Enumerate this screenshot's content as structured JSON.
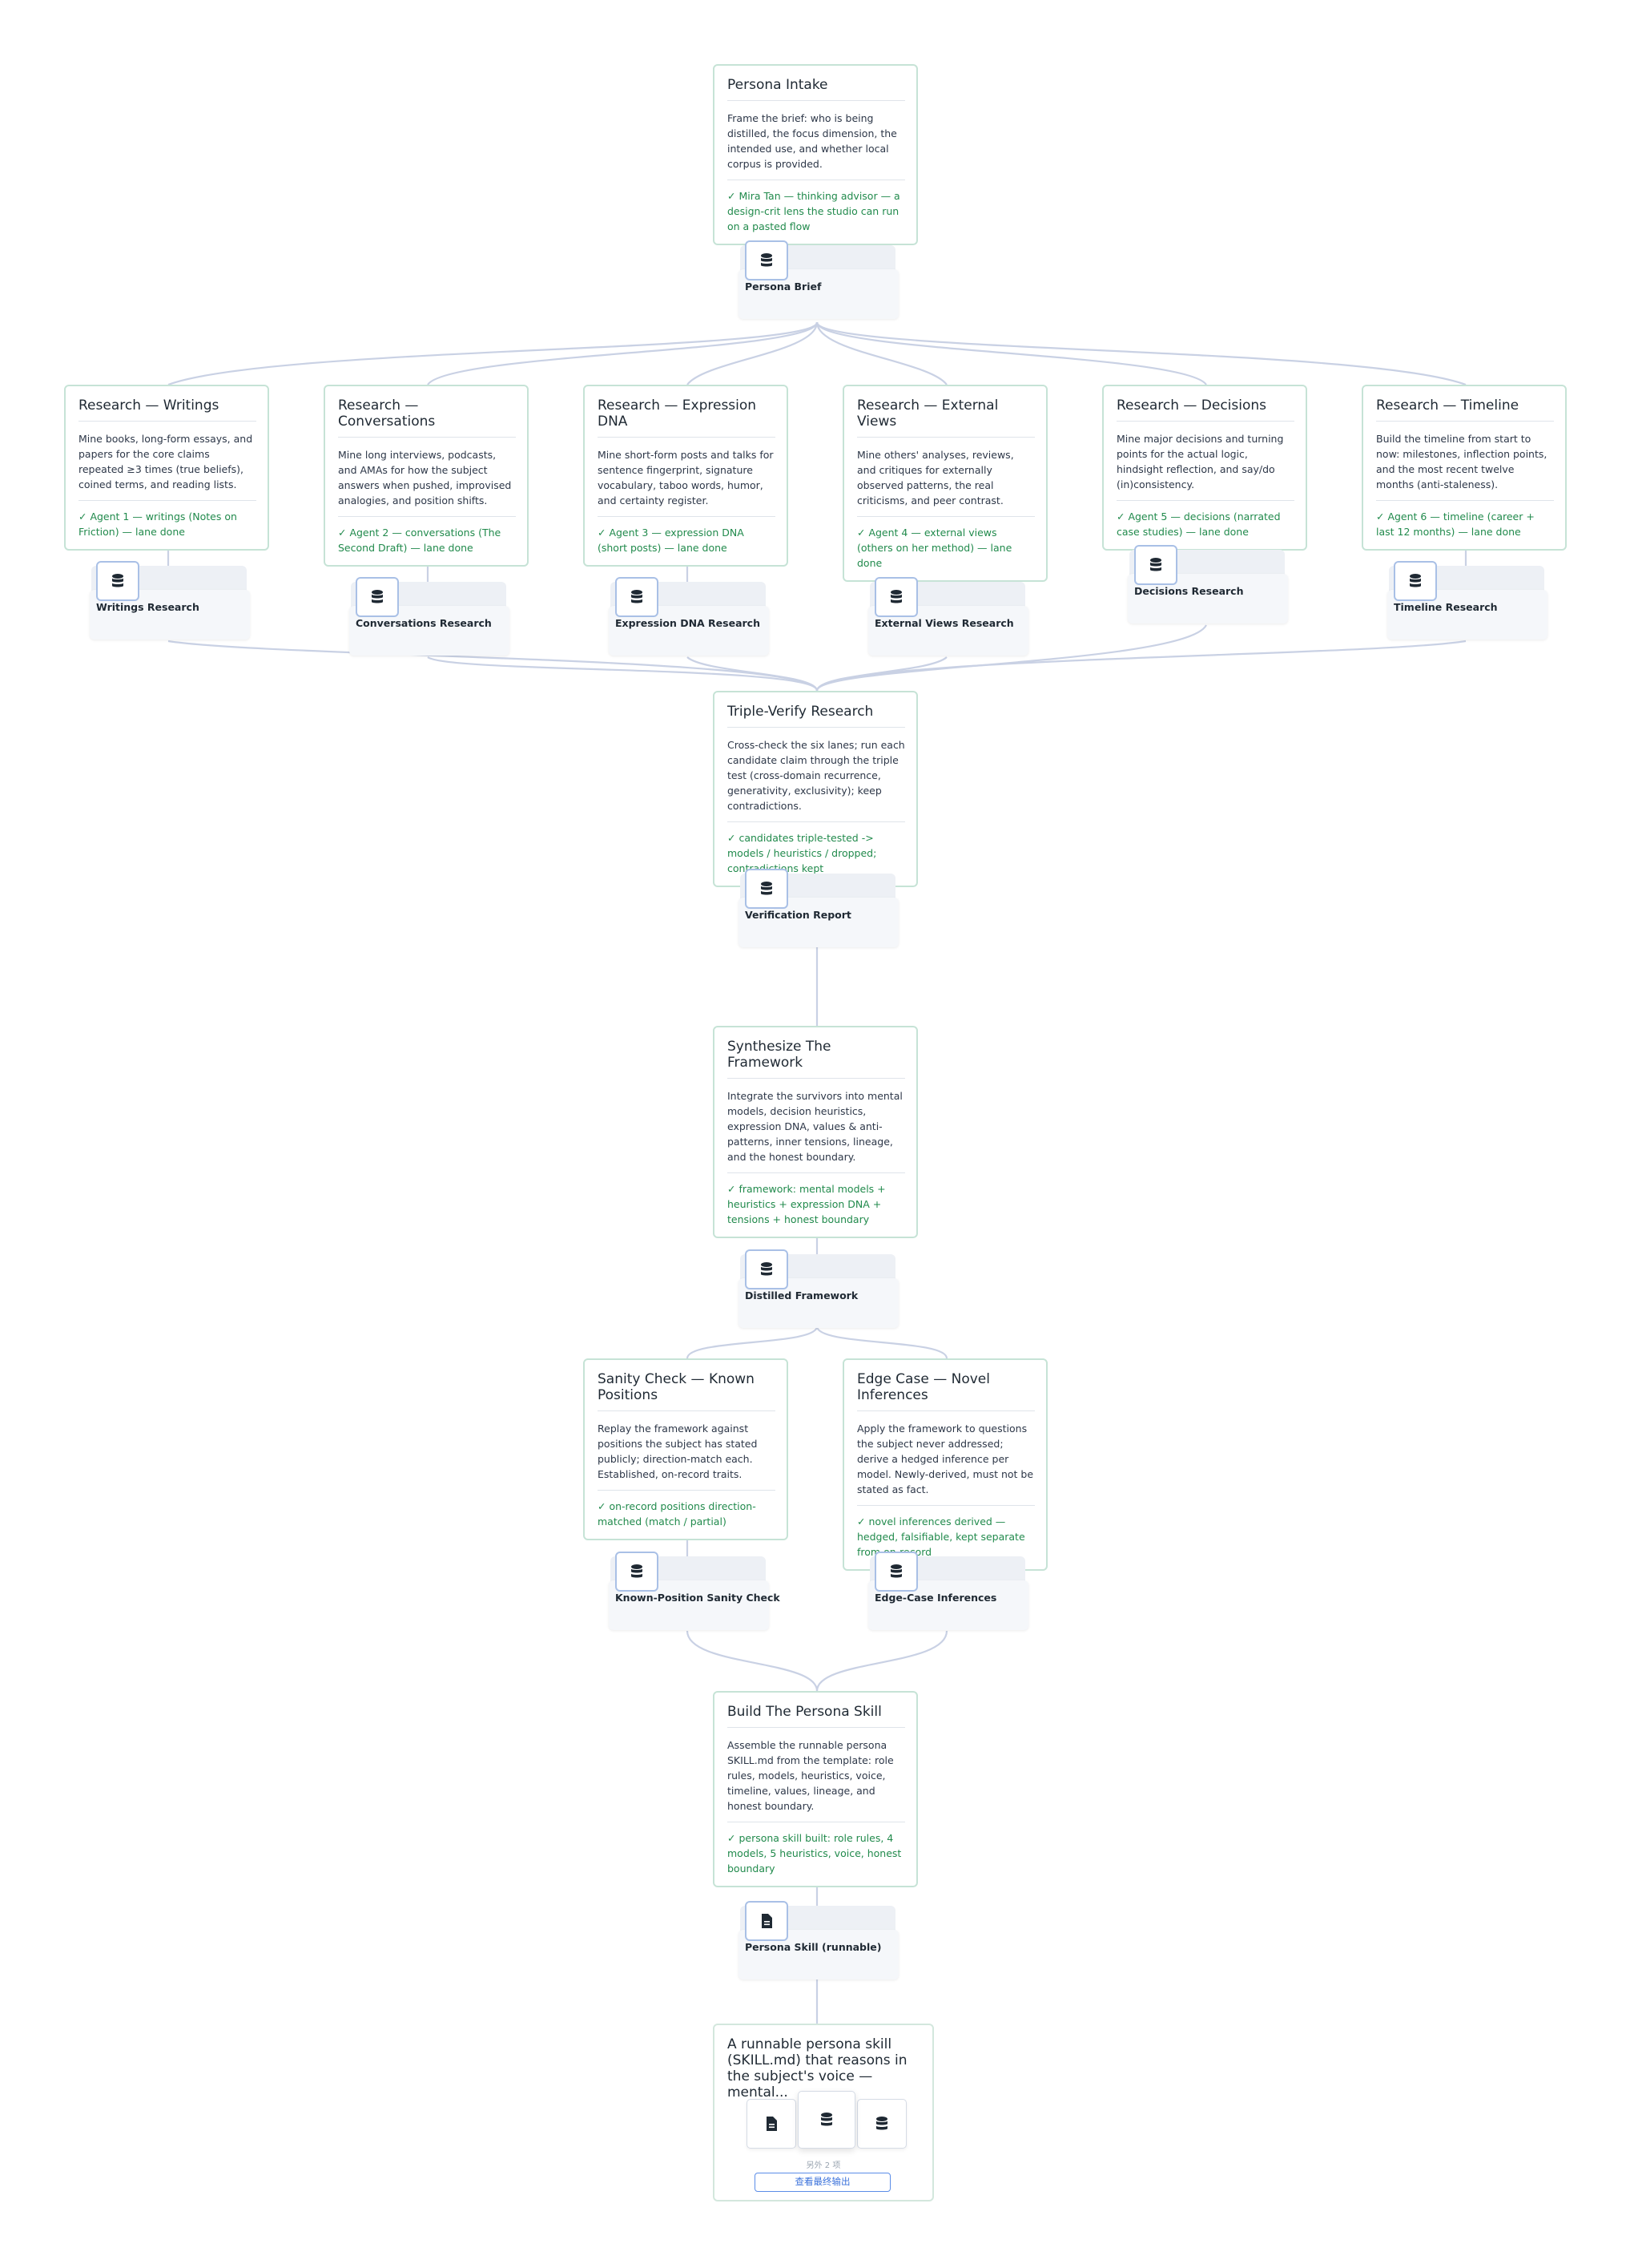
{
  "nodes": {
    "intake": {
      "title": "Persona Intake",
      "desc": "Frame the brief: who is being distilled, the focus dimension, the intended use, and whether local corpus is provided.",
      "status": "✓ Mira Tan — thinking advisor — a design-crit lens the studio can run on a pasted flow"
    },
    "writings": {
      "title": "Research — Writings",
      "desc": "Mine books, long-form essays, and papers for the core claims repeated ≥3 times (true beliefs), coined terms, and reading lists.",
      "status": "✓ Agent 1 — writings (Notes on Friction) — lane done"
    },
    "conversations": {
      "title": "Research — Conversations",
      "desc": "Mine long interviews, podcasts, and AMAs for how the subject answers when pushed, improvised analogies, and position shifts.",
      "status": "✓ Agent 2 — conversations (The Second Draft) — lane done"
    },
    "expression": {
      "title": "Research — Expression DNA",
      "desc": "Mine short-form posts and talks for sentence fingerprint, signature vocabulary, taboo words, humor, and certainty register.",
      "status": "✓ Agent 3 — expression DNA (short posts) — lane done"
    },
    "external": {
      "title": "Research — External Views",
      "desc": "Mine others' analyses, reviews, and critiques for externally observed patterns, the real criticisms, and peer contrast.",
      "status": "✓ Agent 4 — external views (others on her method) — lane done"
    },
    "decisions": {
      "title": "Research — Decisions",
      "desc": "Mine major decisions and turning points for the actual logic, hindsight reflection, and say/do (in)consistency.",
      "status": "✓ Agent 5 — decisions (narrated case studies) — lane done"
    },
    "timeline": {
      "title": "Research — Timeline",
      "desc": "Build the timeline from start to now: milestones, inflection points, and the most recent twelve months (anti-staleness).",
      "status": "✓ Agent 6 — timeline (career + last 12 months) — lane done"
    },
    "verify": {
      "title": "Triple-Verify Research",
      "desc": "Cross-check the six lanes; run each candidate claim through the triple test (cross-domain recurrence, generativity, exclusivity); keep contradictions.",
      "status": "✓ candidates triple-tested -> models / heuristics / dropped; contradictions kept"
    },
    "synthesize": {
      "title": "Synthesize The Framework",
      "desc": "Integrate the survivors into mental models, decision heuristics, expression DNA, values & anti-patterns, inner tensions, lineage, and the honest boundary.",
      "status": "✓ framework: mental models + heuristics + expression DNA + tensions + honest boundary"
    },
    "sanity": {
      "title": "Sanity Check — Known Positions",
      "desc": "Replay the framework against positions the subject has stated publicly; direction-match each. Established, on-record traits.",
      "status": "✓ on-record positions direction-matched (match / partial)"
    },
    "edge": {
      "title": "Edge Case — Novel Inferences",
      "desc": "Apply the framework to questions the subject never addressed; derive a hedged inference per model. Newly-derived, must not be stated as fact.",
      "status": "✓ novel inferences derived — hedged, falsifiable, kept separate from on-record"
    },
    "build": {
      "title": "Build The Persona Skill",
      "desc": "Assemble the runnable persona SKILL.md from the template: role rules, models, heuristics, voice, timeline, values, lineage, and honest boundary.",
      "status": "✓ persona skill built: role rules, 4 models, 5 heuristics, voice, honest boundary"
    }
  },
  "artifacts": {
    "brief": {
      "label": "Persona Brief",
      "icon": "database-icon"
    },
    "writings": {
      "label": "Writings Research",
      "icon": "database-icon"
    },
    "conversations": {
      "label": "Conversations Research",
      "icon": "database-icon"
    },
    "expression": {
      "label": "Expression DNA Research",
      "icon": "database-icon"
    },
    "external": {
      "label": "External Views Research",
      "icon": "database-icon"
    },
    "decisions": {
      "label": "Decisions Research",
      "icon": "database-icon"
    },
    "timeline": {
      "label": "Timeline Research",
      "icon": "database-icon"
    },
    "verification": {
      "label": "Verification Report",
      "icon": "database-icon"
    },
    "framework": {
      "label": "Distilled Framework",
      "icon": "database-icon"
    },
    "sanity": {
      "label": "Known-Position Sanity Check",
      "icon": "database-icon"
    },
    "edge": {
      "label": "Edge-Case Inferences",
      "icon": "database-icon"
    },
    "skill": {
      "label": "Persona Skill (runnable)",
      "icon": "document-icon"
    }
  },
  "final_output": {
    "title": "A runnable persona skill (SKILL.md) that reasons in the subject's voice — mental...",
    "more": "另外 2 项",
    "button": "查看最终输出",
    "thumb_icons": [
      "document-icon",
      "database-icon",
      "database-icon"
    ]
  },
  "colors": {
    "card_border": "#c6e3d6",
    "status_green": "#218a4c",
    "edge": "#c9d1e4",
    "icon_border": "#a9c0e6",
    "button_blue": "#3c73db"
  }
}
